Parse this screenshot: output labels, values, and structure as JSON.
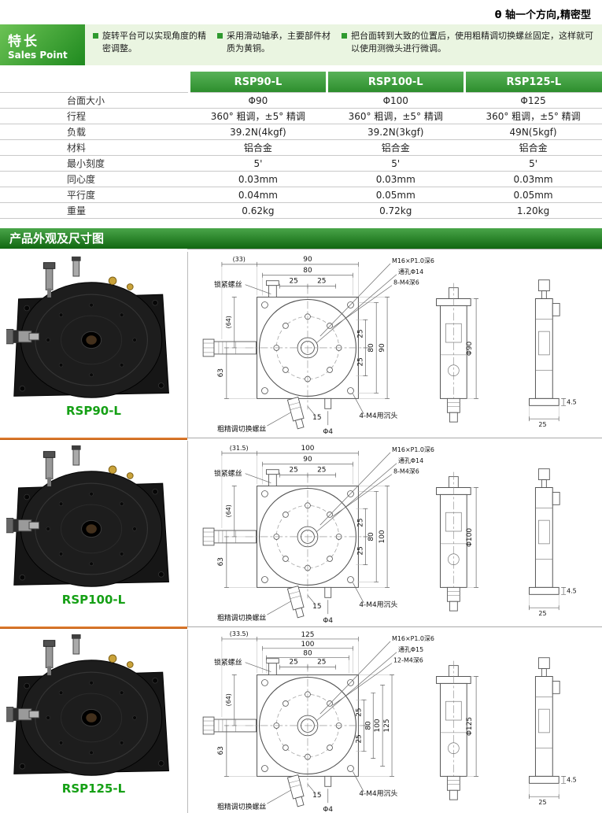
{
  "page": {
    "top_note": "θ 轴一个方向,精密型"
  },
  "colors": {
    "accent_green": "#2f9a2f",
    "table_header_green": "#3aa13a",
    "divider_orange": "#d2671d",
    "pale_green_band": "#eaf5e1"
  },
  "sales_point": {
    "title_cn": "特长",
    "title_en": "Sales Point",
    "bullets": [
      "旋转平台可以实现角度的精密调整。",
      "采用滑动轴承，主要部件材质为黄铜。",
      "把台面转到大致的位置后，使用粗精调切换螺丝固定，这样就可以使用测微头进行微调。"
    ]
  },
  "spec_table": {
    "models": [
      "RSP90-L",
      "RSP100-L",
      "RSP125-L"
    ],
    "rows": [
      {
        "label": "台面大小",
        "values": [
          "Φ90",
          "Φ100",
          "Φ125"
        ]
      },
      {
        "label": "行程",
        "values": [
          "360° 粗调，±5° 精调",
          "360° 粗调，±5° 精调",
          "360° 粗调，±5° 精调"
        ]
      },
      {
        "label": "负载",
        "values": [
          "39.2N(4kgf)",
          "39.2N(3kgf)",
          "49N(5kgf)"
        ]
      },
      {
        "label": "材料",
        "values": [
          "铝合金",
          "铝合金",
          "铝合金"
        ]
      },
      {
        "label": "最小刻度",
        "values": [
          "5'",
          "5'",
          "5'"
        ]
      },
      {
        "label": "同心度",
        "values": [
          "0.03mm",
          "0.03mm",
          "0.03mm"
        ]
      },
      {
        "label": "平行度",
        "values": [
          "0.04mm",
          "0.05mm",
          "0.05mm"
        ]
      },
      {
        "label": "重量",
        "values": [
          "0.62kg",
          "0.72kg",
          "1.20kg"
        ]
      }
    ]
  },
  "section_banner": "产品外观及尺寸图",
  "sections": [
    {
      "model": "RSP90-L",
      "labels": {
        "lock": "锁紧螺丝",
        "w_offset": "(33)",
        "w_outer": "90",
        "w_inner": "80",
        "w25a": "25",
        "w25b": "25",
        "thread": "M16×P1.0深6",
        "hole": "通孔Φ14",
        "tap": "8-M4深6",
        "h_offset": "(64)",
        "h_base": "63",
        "r25a": "25",
        "r25b": "25",
        "r80": "80",
        "r_outer": "90",
        "coarse": "粗精调切换螺丝",
        "angle15": "15",
        "phi4": "Φ4",
        "sink": "4-M4用沉头",
        "side_dia": "Φ90",
        "e45": "4.5",
        "e25": "25"
      }
    },
    {
      "model": "RSP100-L",
      "labels": {
        "lock": "锁紧螺丝",
        "w_offset": "(31.5)",
        "w_outer": "100",
        "w_inner": "90",
        "w25a": "25",
        "w25b": "25",
        "thread": "M16×P1.0深6",
        "hole": "通孔Φ14",
        "tap": "8-M4深6",
        "h_offset": "(64)",
        "h_base": "63",
        "r25a": "25",
        "r25b": "25",
        "r80": "80",
        "r_outer": "100",
        "coarse": "粗精调切换螺丝",
        "angle15": "15",
        "phi4": "Φ4",
        "sink": "4-M4用沉头",
        "side_dia": "Φ100",
        "e45": "4.5",
        "e25": "25"
      }
    },
    {
      "model": "RSP125-L",
      "labels": {
        "lock": "锁紧螺丝",
        "w_offset": "(33.5)",
        "w_outer": "125",
        "w_inner2": "100",
        "w_inner": "80",
        "w25a": "25",
        "w25b": "25",
        "thread": "M16×P1.0深6",
        "hole": "通孔Φ15",
        "tap": "12-M4深6",
        "h_offset": "(64)",
        "h_base": "63",
        "r25a": "25",
        "r25b": "25",
        "r80": "80",
        "r100": "100",
        "r_outer": "125",
        "coarse": "粗精调切换螺丝",
        "angle15": "15",
        "phi4": "Φ4",
        "sink": "4-M4用沉头",
        "side_dia": "Φ125",
        "e45": "4.5",
        "e25": "25"
      }
    }
  ]
}
